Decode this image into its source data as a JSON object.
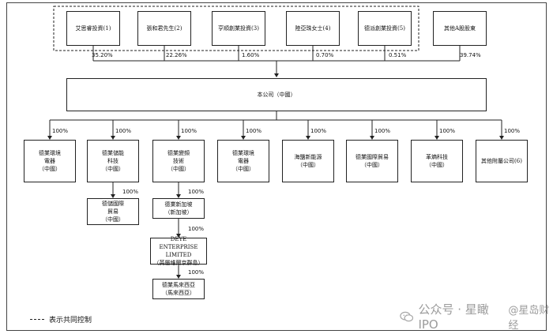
{
  "shareholders": [
    {
      "id": "sh1",
      "label": "艾思睿投資(1)",
      "percent": "35.20%"
    },
    {
      "id": "sh2",
      "label": "張和君先生(2)",
      "percent": "22.26%"
    },
    {
      "id": "sh3",
      "label": "亨順創業投資(3)",
      "percent": "1.60%"
    },
    {
      "id": "sh4",
      "label": "陸亞珠女士(4)",
      "percent": "0.70%"
    },
    {
      "id": "sh5",
      "label": "德派創業投資(5)",
      "percent": "0.51%"
    },
    {
      "id": "sh6",
      "label": "其他A股股東",
      "percent": "39.74%"
    }
  ],
  "company": {
    "label": "本公司（中國）"
  },
  "subsidiaries": [
    {
      "id": "s1",
      "label": "德業環境\n電器\n（中國）",
      "percent": "100%"
    },
    {
      "id": "s2",
      "label": "德業儲能\n科技\n（中國）",
      "percent": "100%"
    },
    {
      "id": "s3",
      "label": "德業變頻\n技術\n（中國）",
      "percent": "100%"
    },
    {
      "id": "s4",
      "label": "德業環境\n電器\n（中國）",
      "percent": "100%"
    },
    {
      "id": "s5",
      "label": "海鹽新能源\n（中國）",
      "percent": "100%"
    },
    {
      "id": "s6",
      "label": "德業國際貿易\n（中國）",
      "percent": "100%"
    },
    {
      "id": "s7",
      "label": "革熵科技\n（中國）",
      "percent": "100%"
    },
    {
      "id": "s8",
      "label": "其他附屬公司(6)",
      "percent": "100%"
    }
  ],
  "second_level": [
    {
      "id": "t1",
      "label": "德儲國際\n貿易\n（中國）",
      "percent": "100%"
    },
    {
      "id": "t2",
      "label": "德業新加坡\n（新加坡）",
      "percent": "100%"
    }
  ],
  "third_level": [
    {
      "id": "u1",
      "label": "DEYE ENTERPRISE\nLIMITED\n（英屬維爾京群島）",
      "percent": "100%"
    }
  ],
  "fourth_level": [
    {
      "id": "v1",
      "label": "德業馬來西亞\n（馬來西亞）",
      "percent": "100%"
    }
  ],
  "legend": {
    "label": "表示共同控制"
  },
  "watermark": {
    "account": "公众号 · 星瞰IPO",
    "brand": "@星岛财经"
  }
}
